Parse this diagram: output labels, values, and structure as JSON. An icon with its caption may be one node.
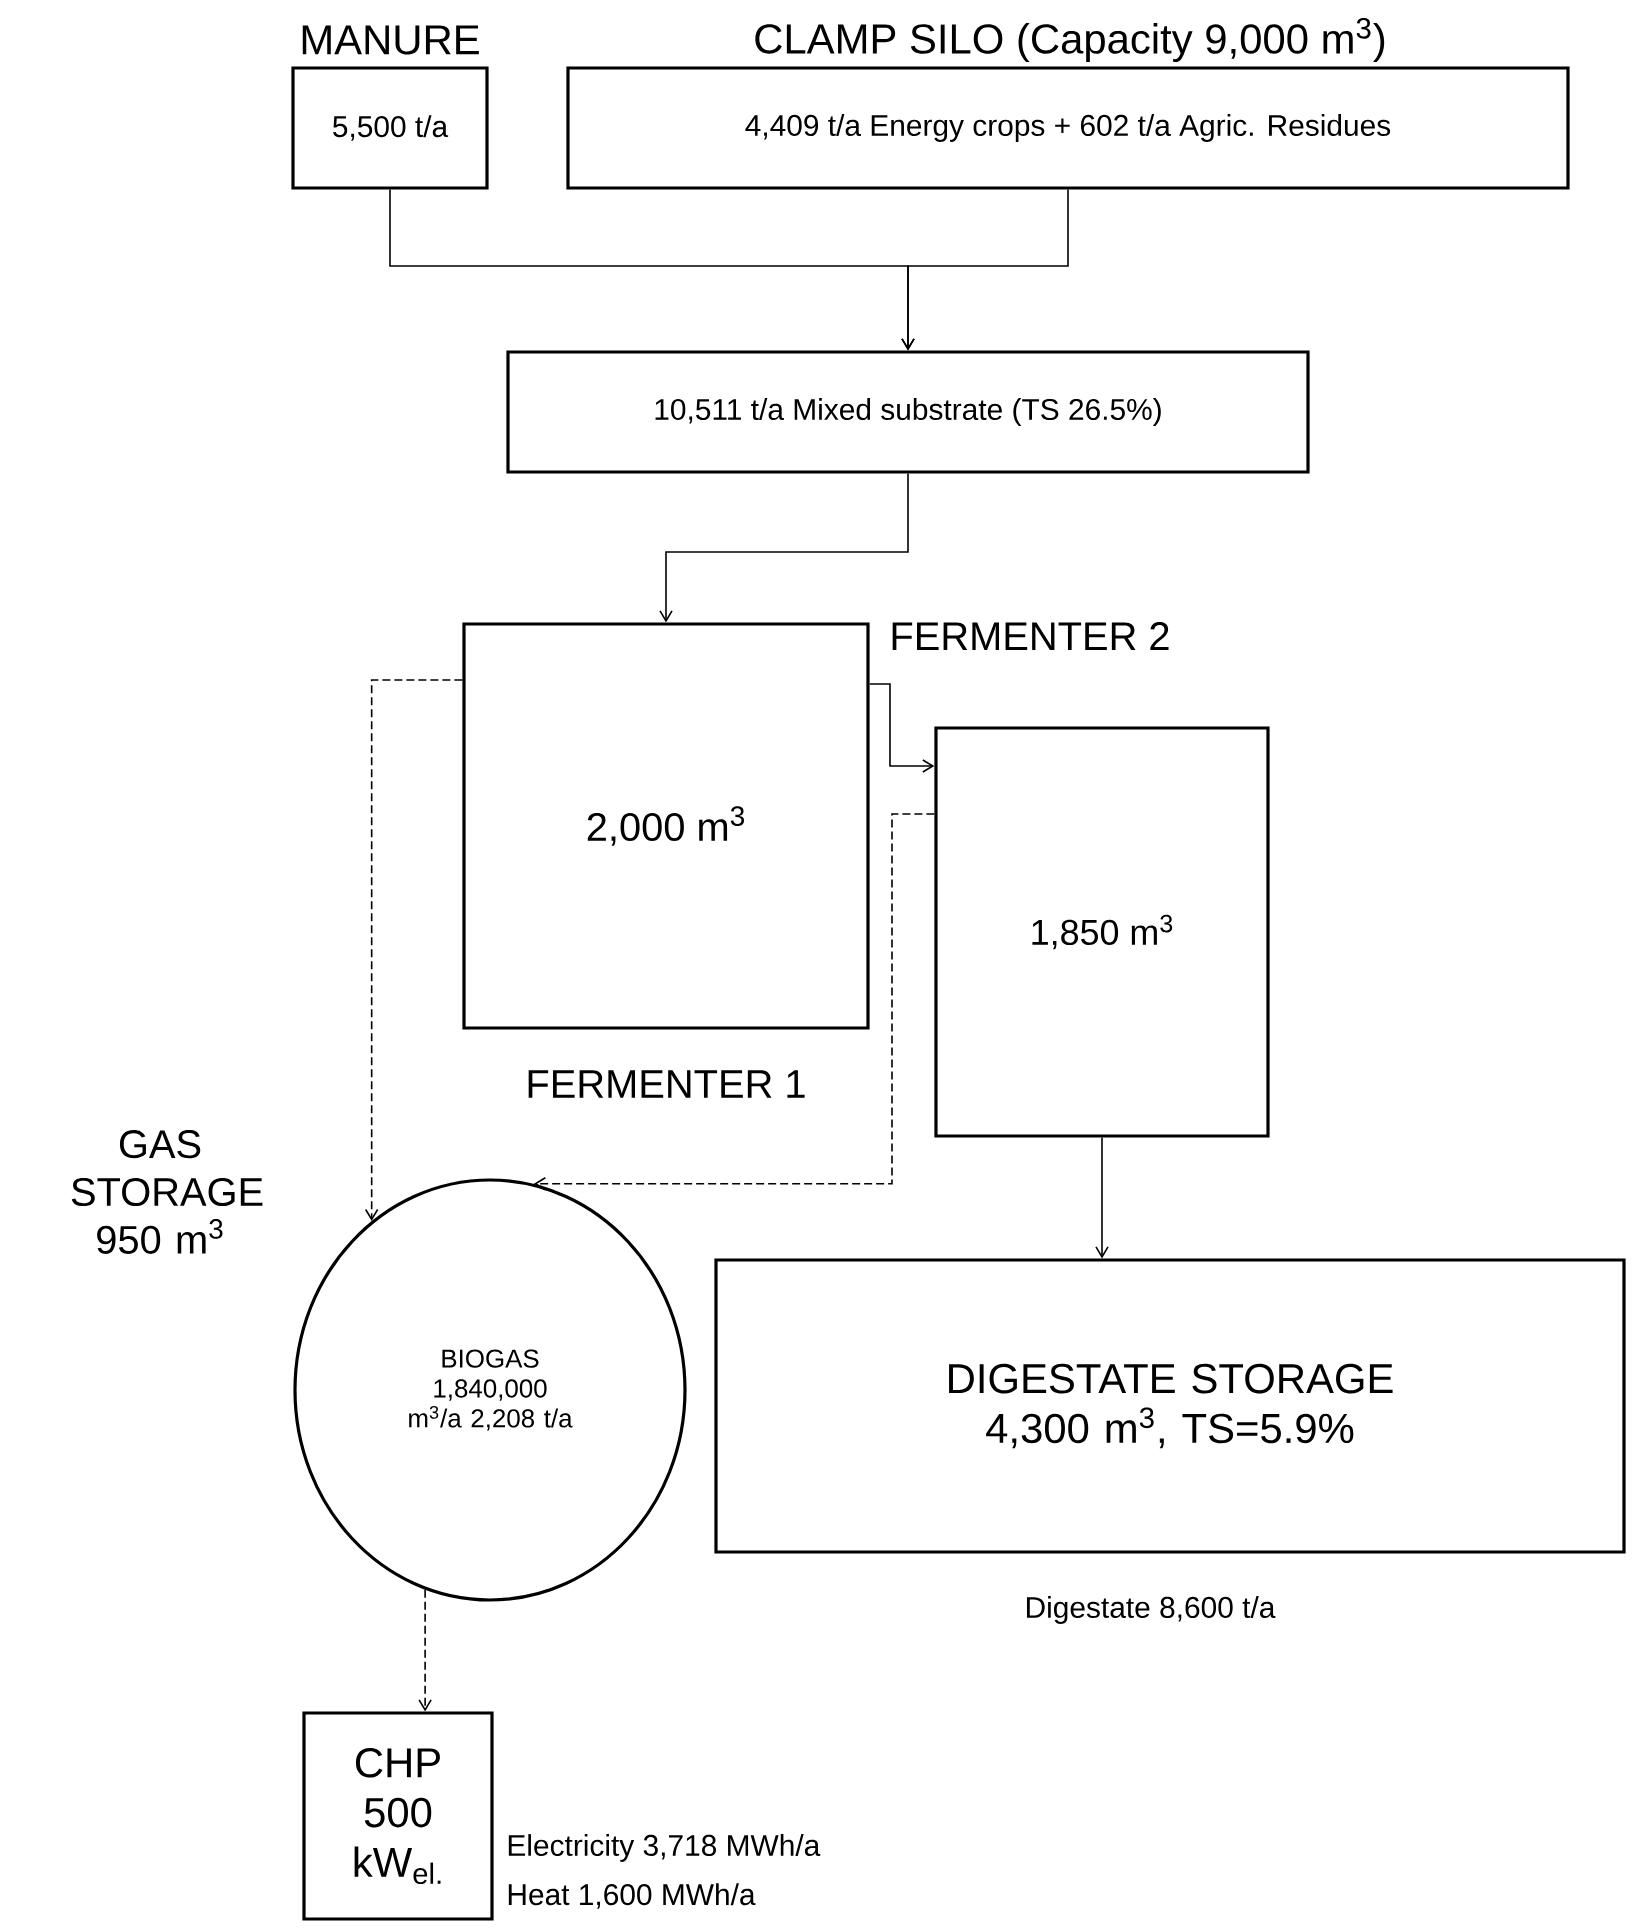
{
  "diagram": {
    "nodes": [
      {
        "text": [
          "MANURE",
          "5,500 t/a"
        ]
      },
      {
        "text": [
          "CLAMP SILO (Capacity 9,000 m$^{3}$)",
          "4,409 t/a Energy crops + 602 t/a Agric. Residues"
        ]
      },
      {
        "text": [
          "10,511 t/a Mixed substrate (TS 26.5%)"
        ]
      },
      {
        "text": [
          "2,000 m$^{3}$",
          "FERMENTER 1"
        ]
      },
      {
        "text": [
          "FERMENTER 2",
          "1,850 m$^{3}$"
        ]
      },
      {
        "text": [
          "GAS STORAGE 950 m$^{3}$",
          "BIOGAS 1,840,000 m$^{3}$/a 2,208 t/a"
        ]
      },
      {
        "text": [
          "DIGESTATE STORAGE 4,300 m$^{3}$, TS=5.9%"
        ],
        "beside": [
          "Digestate 8,600 t/a"
        ]
      },
      {
        "text": [
          "CHP 500 kW$_{el.}$"
        ],
        "beside": [
          "Electricity 3,718 MWh/a",
          "Heat 1,600 MWh/a"
        ]
      }
    ],
    "edges": [
      {
        "from": 0,
        "to": 2,
        "arrow": "to"
      },
      {
        "from": 1,
        "to": 2,
        "arrow": "to"
      },
      {
        "from": 2,
        "to": 3,
        "arrow": "to"
      },
      {
        "from": 3,
        "to": 4,
        "arrow": "to"
      },
      {
        "from": 3,
        "to": 5,
        "arrow": "to",
        "style": "dashed"
      },
      {
        "from": 4,
        "to": 5,
        "arrow": "to",
        "style": "dashed"
      },
      {
        "from": 4,
        "to": 6,
        "arrow": "to"
      },
      {
        "from": 5,
        "to": 7,
        "arrow": "to",
        "style": "dashed"
      }
    ]
  }
}
